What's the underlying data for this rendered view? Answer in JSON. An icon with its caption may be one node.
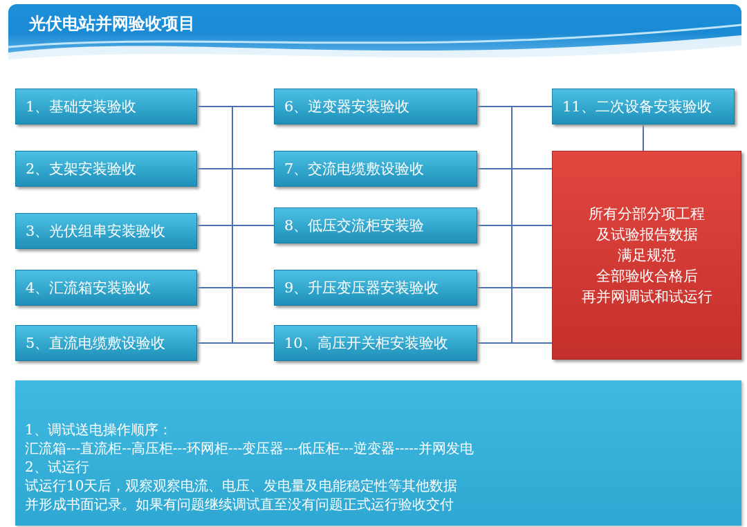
{
  "diagram": {
    "title": "光伏电站并网验收项目",
    "nodes": [
      {
        "text": [
          "1、基础安装验收"
        ]
      },
      {
        "text": [
          "2、支架安装验收"
        ]
      },
      {
        "text": [
          "3、光伏组串安装验收"
        ]
      },
      {
        "text": [
          "4、汇流箱安装验收"
        ]
      },
      {
        "text": [
          "5、直流电缆敷设验收"
        ]
      },
      {
        "text": [
          "6、逆变器安装验收"
        ]
      },
      {
        "text": [
          "7、交流电缆敷设验收"
        ]
      },
      {
        "text": [
          "8、低压交流柜安装验"
        ]
      },
      {
        "text": [
          "9、升压变压器安装验收"
        ]
      },
      {
        "text": [
          "10、高压开关柜安装验收"
        ]
      },
      {
        "text": [
          "11、二次设备安装验收"
        ]
      },
      {
        "text": [
          "所有分部分项工程",
          "及试验报告数据",
          "满足规范",
          "全部验收合格后",
          "再并网调试和试运行"
        ]
      },
      {
        "text": [
          "1、调试送电操作顺序：",
          "汇流箱---直流柜--高压柜---环网柜---变压器---低压柜---逆变器-----并网发电",
          "2、试运行",
          "试运行10天后，观察观察电流、电压、发电量及电能稳定性等其他数据",
          "并形成书面记录。如果有问题继续调试直至没有问题正式运行验收交付"
        ]
      }
    ],
    "edges": [
      {
        "from": 0,
        "to": 5,
        "arrow": "none"
      },
      {
        "from": 1,
        "to": 6,
        "arrow": "none"
      },
      {
        "from": 2,
        "to": 7,
        "arrow": "none"
      },
      {
        "from": 3,
        "to": 8,
        "arrow": "none"
      },
      {
        "from": 4,
        "to": 9,
        "arrow": "none"
      },
      {
        "from": 5,
        "to": 10,
        "arrow": "none"
      },
      {
        "from": 6,
        "to": 11,
        "arrow": "none"
      },
      {
        "from": 7,
        "to": 11,
        "arrow": "none"
      },
      {
        "from": 8,
        "to": 11,
        "arrow": "none"
      },
      {
        "from": 9,
        "to": 11,
        "arrow": "none"
      },
      {
        "from": 10,
        "to": 11,
        "arrow": "none"
      }
    ]
  }
}
